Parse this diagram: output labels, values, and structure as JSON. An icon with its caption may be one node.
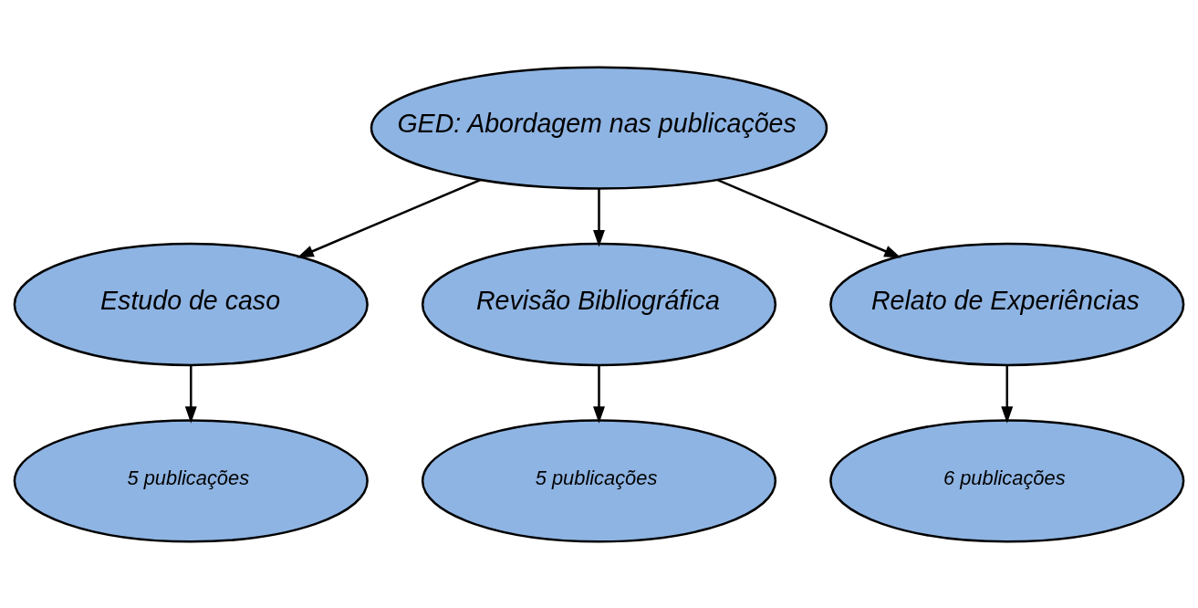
{
  "diagram": {
    "nodes": [
      {
        "text": [
          "GED: Abordagem nas publicações"
        ]
      },
      {
        "text": [
          "Estudo de caso"
        ]
      },
      {
        "text": [
          "Revisão Bibliográfica"
        ]
      },
      {
        "text": [
          "Relato de Experiências"
        ]
      },
      {
        "text": [
          "5 publicações"
        ]
      },
      {
        "text": [
          "5 publicações"
        ]
      },
      {
        "text": [
          "6 publicações"
        ]
      }
    ],
    "edges": [
      {
        "from": 0,
        "to": 1,
        "arrow": "to"
      },
      {
        "from": 0,
        "to": 2,
        "arrow": "to"
      },
      {
        "from": 0,
        "to": 3,
        "arrow": "to"
      },
      {
        "from": 1,
        "to": 4,
        "arrow": "to"
      },
      {
        "from": 2,
        "to": 5,
        "arrow": "to"
      },
      {
        "from": 3,
        "to": 6,
        "arrow": "to"
      }
    ]
  }
}
